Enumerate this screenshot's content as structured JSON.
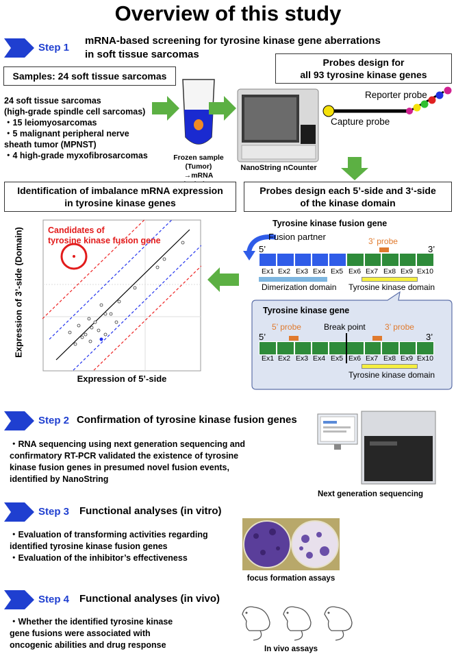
{
  "title": "Overview of this study",
  "step1": {
    "label": "Step 1",
    "heading_l1": "mRNA-based screening for tyrosine kinase gene aberrations",
    "heading_l2": "in soft tissue sarcomas",
    "samples_box": "Samples: 24 soft tissue sarcomas",
    "samples_lines": [
      "24 soft tissue sarcomas",
      "(high-grade spindle cell sarcomas)",
      "・15 leiomyosarcomas",
      "・5 malignant peripheral nerve",
      "sheath tumor (MPNST)",
      "・4 high-grade myxofibrosarcomas"
    ],
    "frozen_l1": "Frozen sample",
    "frozen_l2": "(Tumor)",
    "frozen_l3": "→mRNA isolation",
    "machine_label": "NanoString nCounter",
    "probes_box_l1": "Probes design for",
    "probes_box_l2": "all 93 tyrosine kinase genes",
    "reporter_probe": "Reporter probe",
    "capture_probe": "Capture probe",
    "imbalance_box_l1": "Identification of imbalance mRNA expression",
    "imbalance_box_l2": "in tyrosine kinase genes",
    "probes_each_l1": "Probes design each 5’-side and 3‘-side",
    "probes_each_l2": "of the kinase domain",
    "candidates_l1": "Candidates of",
    "candidates_l2": "tyrosine kinase fusion gene",
    "ylabel": "Expression of 3’-side (Domain)",
    "xlabel": "Expression of 5’-side",
    "fusion_title": "Tyrosine kinase fusion gene",
    "fusion_partner": "Fusion partner",
    "probe3": "3’ probe",
    "probe5": "5’ probe",
    "prime5": "5’",
    "prime3": "3’",
    "exons": [
      "Ex1",
      "Ex2",
      "Ex3",
      "Ex4",
      "Ex5",
      "Ex6",
      "Ex7",
      "Ex8",
      "Ex9",
      "Ex10"
    ],
    "dimerization": "Dimerization domain",
    "tk_domain": "Tyrosine kinase domain",
    "tk_gene_title": "Tyrosine kinase gene",
    "break_point": "Break point"
  },
  "step2": {
    "label": "Step 2",
    "heading": "Confirmation of tyrosine kinase fusion genes",
    "lines": [
      "・RNA sequencing using next generation sequencing and",
      "confirmatory RT-PCR validated the existence of tyrosine",
      "kinase fusion genes in presumed novel fusion events,",
      "identified by NanoString"
    ],
    "image_label": "Next generation sequencing"
  },
  "step3": {
    "label": "Step 3",
    "heading": "Functional analyses  (in vitro)",
    "lines": [
      "・Evaluation of transforming activities regarding",
      "identified tyrosine kinase fusion genes",
      "・Evaluation of the inhibitor’s effectiveness"
    ],
    "image_label": "focus formation assays"
  },
  "step4": {
    "label": "Step 4",
    "heading": "Functional analyses  (in vivo)",
    "lines": [
      "・Whether the identified tyrosine kinase",
      "gene fusions were associated with",
      "oncogenic abilities and drug response"
    ],
    "image_label": "In vivo assays"
  },
  "colors": {
    "step_blue": "#1f3fd0",
    "arrow_green": "#5cb043",
    "exon_blue": "#2f5ce8",
    "exon_green": "#2e8b3a",
    "probe_orange": "#e07a2e",
    "candidate_red": "#e21b1b"
  }
}
